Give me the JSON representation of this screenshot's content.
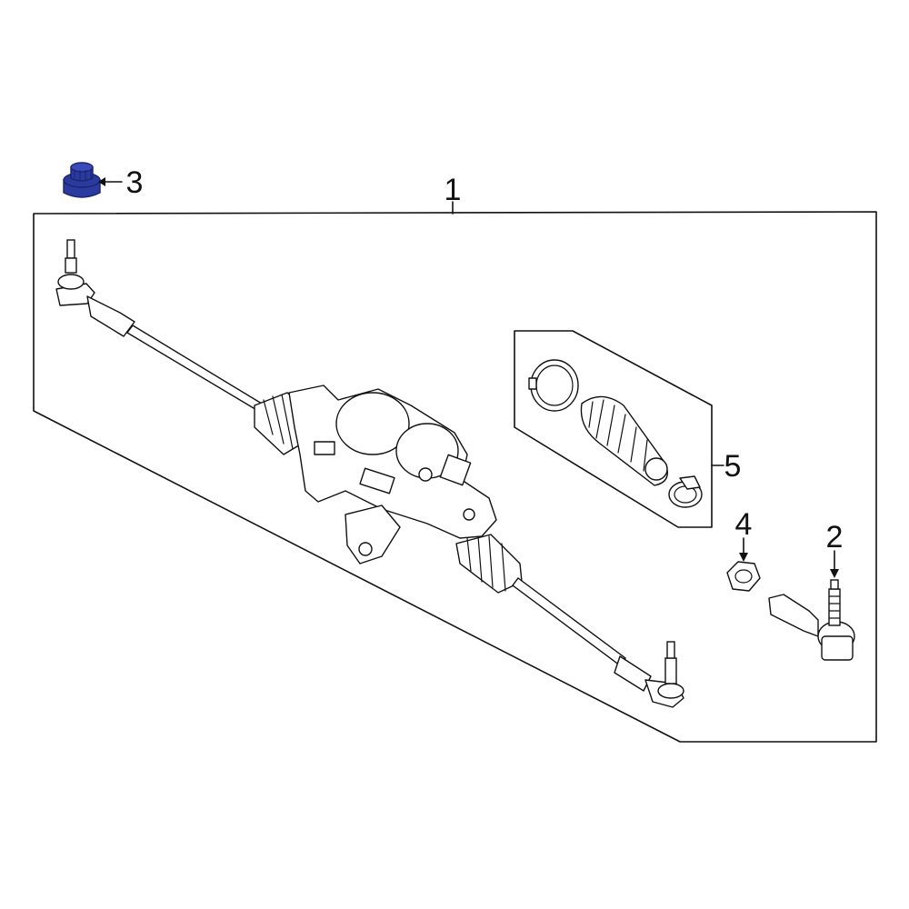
{
  "callouts": [
    {
      "id": "1",
      "label": "1"
    },
    {
      "id": "2",
      "label": "2"
    },
    {
      "id": "3",
      "label": "3"
    },
    {
      "id": "4",
      "label": "4"
    },
    {
      "id": "5",
      "label": "5"
    }
  ],
  "colors": {
    "line": "#111111",
    "highlight": "#2b3a9e",
    "highlight_dark": "#1a2470",
    "background": "#ffffff"
  }
}
